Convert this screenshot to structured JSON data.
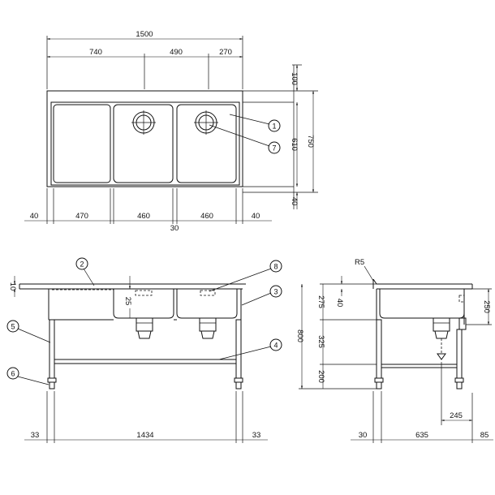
{
  "top_view": {
    "overall_width": "1500",
    "seg_a": "740",
    "seg_b": "490",
    "seg_c": "270",
    "right_top": "100",
    "right_mid": "610",
    "right_total": "750",
    "right_bottom": "40",
    "bottom_dims": [
      "40",
      "470",
      "460",
      "460",
      "40"
    ],
    "bottom_center": "30",
    "callouts": [
      "1",
      "7"
    ]
  },
  "front_view": {
    "dim_10": "10",
    "dim_25": "25",
    "bottom_dims": [
      "33",
      "1434",
      "33"
    ],
    "callouts": [
      "2",
      "8",
      "3",
      "5",
      "4",
      "6"
    ]
  },
  "side_view": {
    "r5": "R5",
    "dim_40": "40",
    "left_dims": [
      "275",
      "325",
      "200"
    ],
    "overall_height": "800",
    "dim_250": "250",
    "dim_245": "245",
    "bottom_dims": [
      "30",
      "635",
      "85"
    ]
  }
}
